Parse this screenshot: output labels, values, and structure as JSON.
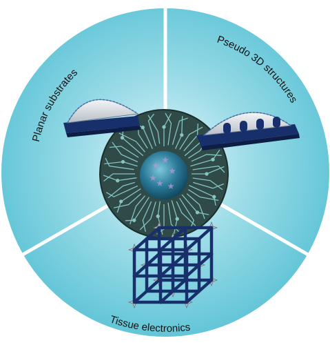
{
  "segments": {
    "top_left": {
      "label": "Planar substrates"
    },
    "top_right": {
      "label": "Pseudo 3D structures"
    },
    "bottom": {
      "label": "Tissue electronics"
    }
  },
  "colors": {
    "disc_center": "#e6f8fb",
    "disc_mid": "#9fdde8",
    "disc_edge": "#5cc3d6",
    "divider": "#ffffff",
    "chip_dark": "#2f4a47",
    "circuit": "#8fd3d0",
    "core_blue": "#1f6a8a",
    "substrate_navy": "#17306b",
    "dome_gray": "#d9dde2",
    "node_gray": "#b9bfc6"
  }
}
